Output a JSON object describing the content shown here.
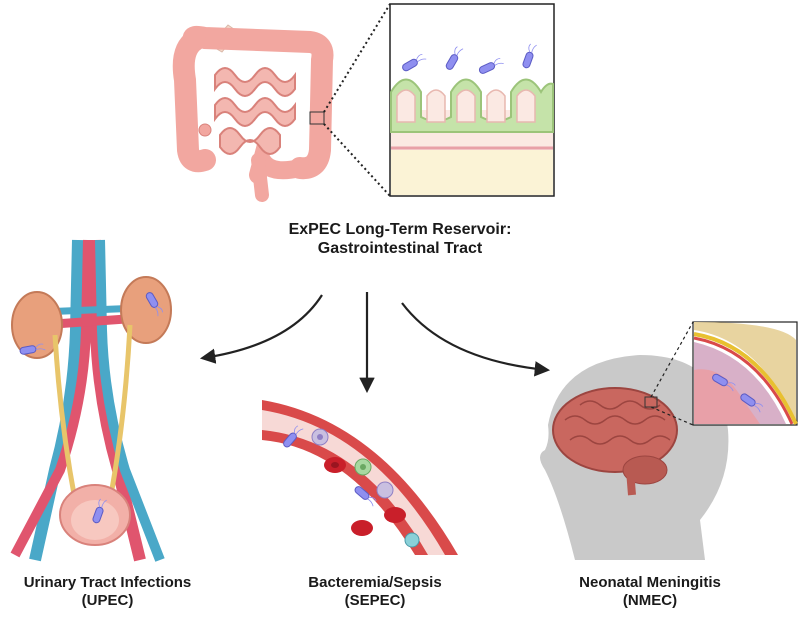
{
  "title": {
    "line1": "ExPEC Long-Term Reservoir:",
    "line2": "Gastrointestinal Tract"
  },
  "outcomes": [
    {
      "line1": "Urinary Tract Infections",
      "line2": "(UPEC)"
    },
    {
      "line1": "Bacteremia/Sepsis",
      "line2": "(SEPEC)"
    },
    {
      "line1": "Neonatal Meningitis",
      "line2": "(NMEC)"
    }
  ],
  "colors": {
    "intestine": "#f2a7a0",
    "intestine_dark": "#d9827b",
    "villi": "#bfe0a3",
    "bacteria": "#8f8ff0",
    "vessel": "#d94a4a",
    "blood_bg": "#f7d9d6",
    "rbc": "#c91f2a",
    "artery": "#e0556e",
    "vein": "#4aa8c8",
    "ureter": "#e8c56a",
    "kidney": "#e8a07c",
    "head": "#c9c9c9",
    "brain": "#c9675f",
    "arrow": "#222222"
  },
  "icons": [
    "intestine-icon",
    "villi-inset-icon",
    "urinary-system-icon",
    "blood-vessel-icon",
    "brain-head-icon",
    "bacteria-icon"
  ]
}
